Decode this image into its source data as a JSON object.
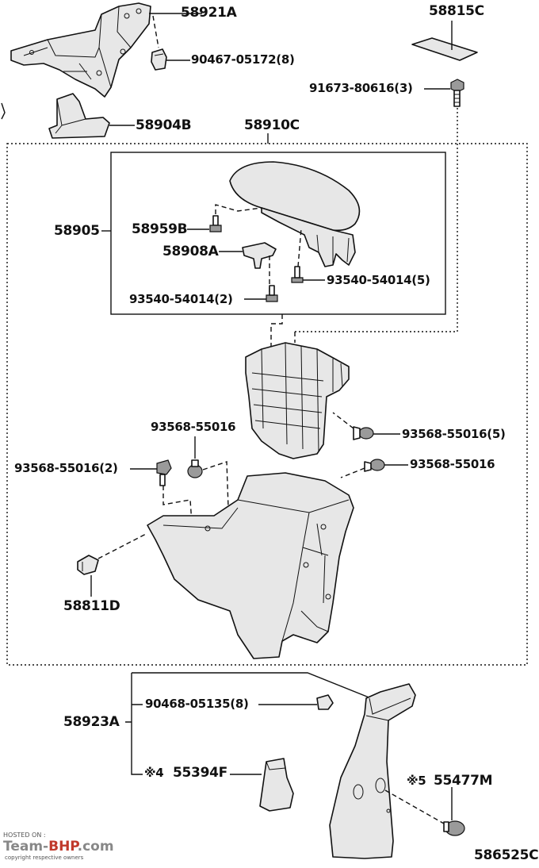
{
  "parts": {
    "p58921A": "58921A",
    "p90467": "90467-05172(8)",
    "p58815C": "58815C",
    "p91673": "91673-80616(3)",
    "p58904B": "58904B",
    "p58910C": "58910C",
    "p58905": "58905",
    "p58959B": "58959B",
    "p58908A": "58908A",
    "p93540_5": "93540-54014(5)",
    "p93540_2": "93540-54014(2)",
    "p93568_top": "93568-55016",
    "p93568_5": "93568-55016(5)",
    "p93568_2": "93568-55016(2)",
    "p93568_right": "93568-55016",
    "p58811D": "58811D",
    "p58923A": "58923A",
    "p90468": "90468-05135(8)",
    "p55394F_mark": "※4",
    "p55394F": "55394F",
    "p55477M_mark": "※5",
    "p55477M": "55477M"
  },
  "diagram_code": "586525C",
  "watermark": {
    "hosted_on": "HOSTED ON :",
    "brand_a": "Team-",
    "brand_b": "BHP",
    "brand_c": ".com",
    "copyright": "copyright respective owners"
  }
}
